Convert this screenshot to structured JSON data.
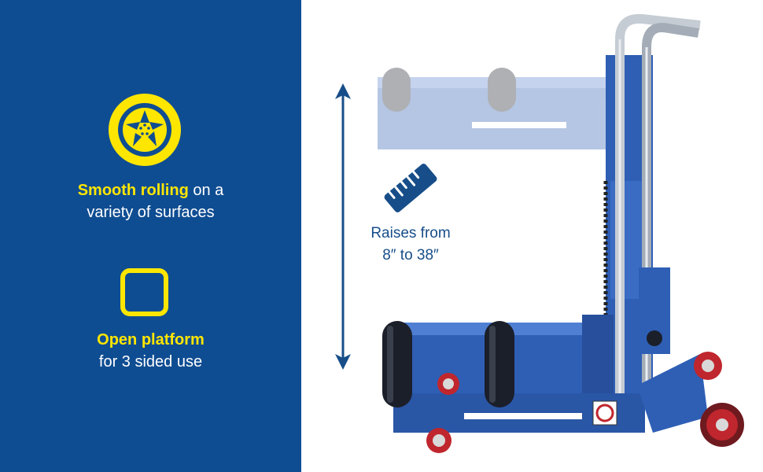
{
  "features": [
    {
      "icon": "wheel-icon",
      "highlight": "Smooth rolling",
      "rest_line1": " on a",
      "line2": "variety of surfaces"
    },
    {
      "icon": "square-outline-icon",
      "highlight": "Open platform",
      "line2": "for 3 sided use"
    }
  ],
  "raise": {
    "icon": "ruler-icon",
    "line1": "Raises from",
    "line2": "8″ to 38″"
  },
  "colors": {
    "panel_blue": "#0f4d92",
    "accent_yellow": "#ffe600",
    "text_blue": "#174e89",
    "lift_blue": "#2e5fb5"
  }
}
